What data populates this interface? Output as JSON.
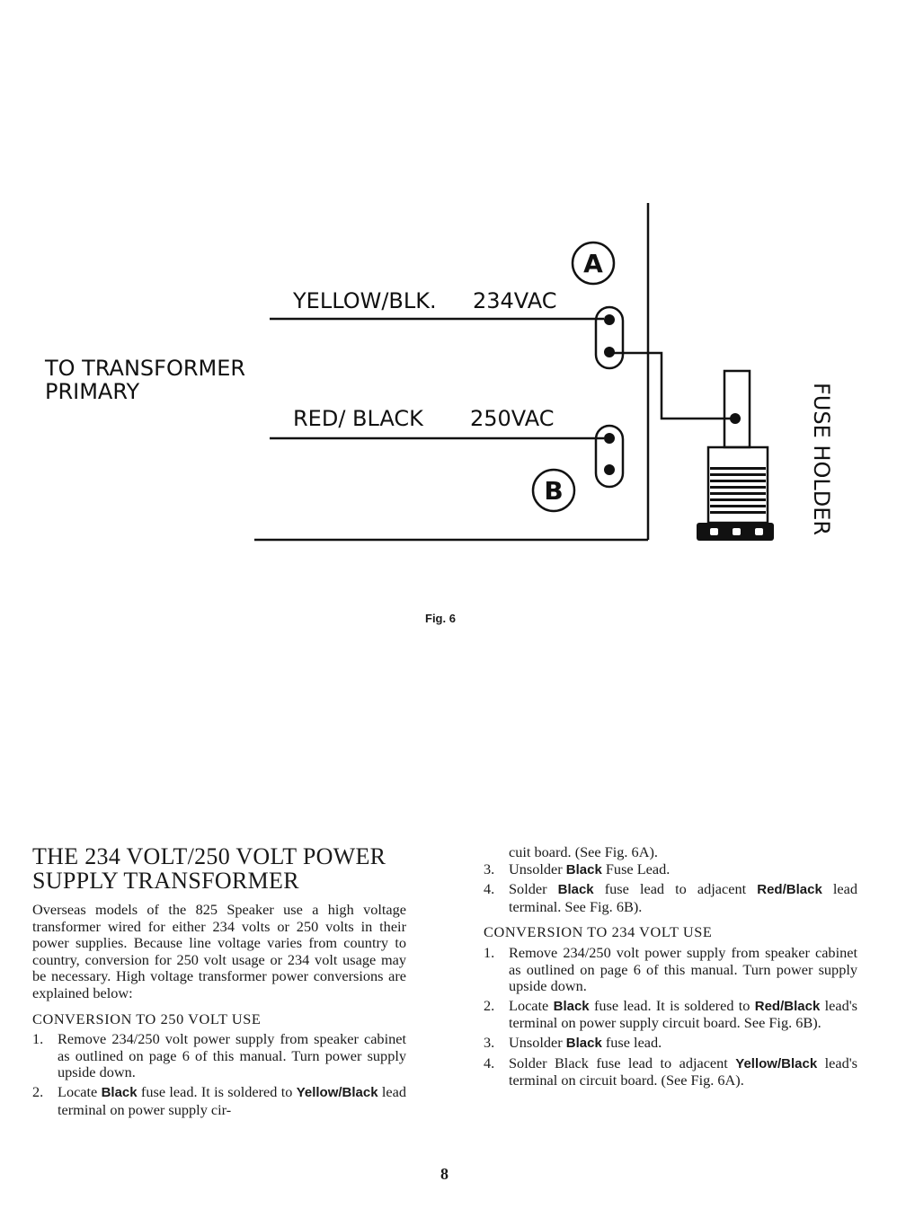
{
  "figure": {
    "label_transformer": [
      "TO TRANSFORMER",
      "PRIMARY"
    ],
    "wire_top_label": "YELLOW/BLK.",
    "wire_top_voltage": "234VAC",
    "wire_bottom_label": "RED/ BLACK",
    "wire_bottom_voltage": "250VAC",
    "terminal_a": "A",
    "terminal_b": "B",
    "fuse_holder_label": "FUSE HOLDER",
    "caption": "Fig. 6"
  },
  "left_column": {
    "heading": [
      "THE 234 VOLT/250 VOLT POWER",
      "SUPPLY TRANSFORMER"
    ],
    "intro": "Overseas models of the 825 Speaker use a high voltage transformer wired for either 234 volts or 250 volts in their power supplies. Because line voltage varies from country to country, conversion for 250 volt usage or 234 volt usage may be necessary. High voltage transformer power conversions are explained below:",
    "subheading": "CONVERSION TO 250 VOLT USE",
    "step1": {
      "num": "1.",
      "text": "Remove 234/250 volt power supply from speaker cabinet as outlined on page 6 of this manual. Turn power supply upside down."
    },
    "step2": {
      "num": "2.",
      "pre": "Locate ",
      "b1": "Black",
      "mid": " fuse lead. It is soldered to ",
      "b2": "Yellow/Black",
      "post": " lead terminal on power supply cir-"
    }
  },
  "right_column": {
    "continuation": "cuit board. (See Fig. 6A).",
    "step3": {
      "num": "3.",
      "pre": "Unsolder ",
      "b1": "Black",
      "post": " Fuse Lead."
    },
    "step4": {
      "num": "4.",
      "pre": "Solder ",
      "b1": "Black",
      "mid": " fuse lead to adjacent ",
      "b2": "Red/Black",
      "post": " lead terminal. See Fig. 6B)."
    },
    "subheading": "CONVERSION TO 234 VOLT USE",
    "c1": {
      "num": "1.",
      "text": "Remove 234/250 volt power supply from speaker cabinet as outlined on page 6 of this manual. Turn power supply upside down."
    },
    "c2": {
      "num": "2.",
      "pre": "Locate ",
      "b1": "Black",
      "mid": " fuse lead. It is soldered to ",
      "b2": "Red/Black",
      "post": " lead's terminal on power supply circuit board. See Fig. 6B)."
    },
    "c3": {
      "num": "3.",
      "pre": "Unsolder ",
      "b1": "Black",
      "post": " fuse lead."
    },
    "c4": {
      "num": "4.",
      "pre": "Solder Black fuse lead to adjacent ",
      "b1": "Yellow/Black",
      "post": " lead's terminal on circuit board. (See Fig. 6A)."
    }
  },
  "page_number": "8"
}
